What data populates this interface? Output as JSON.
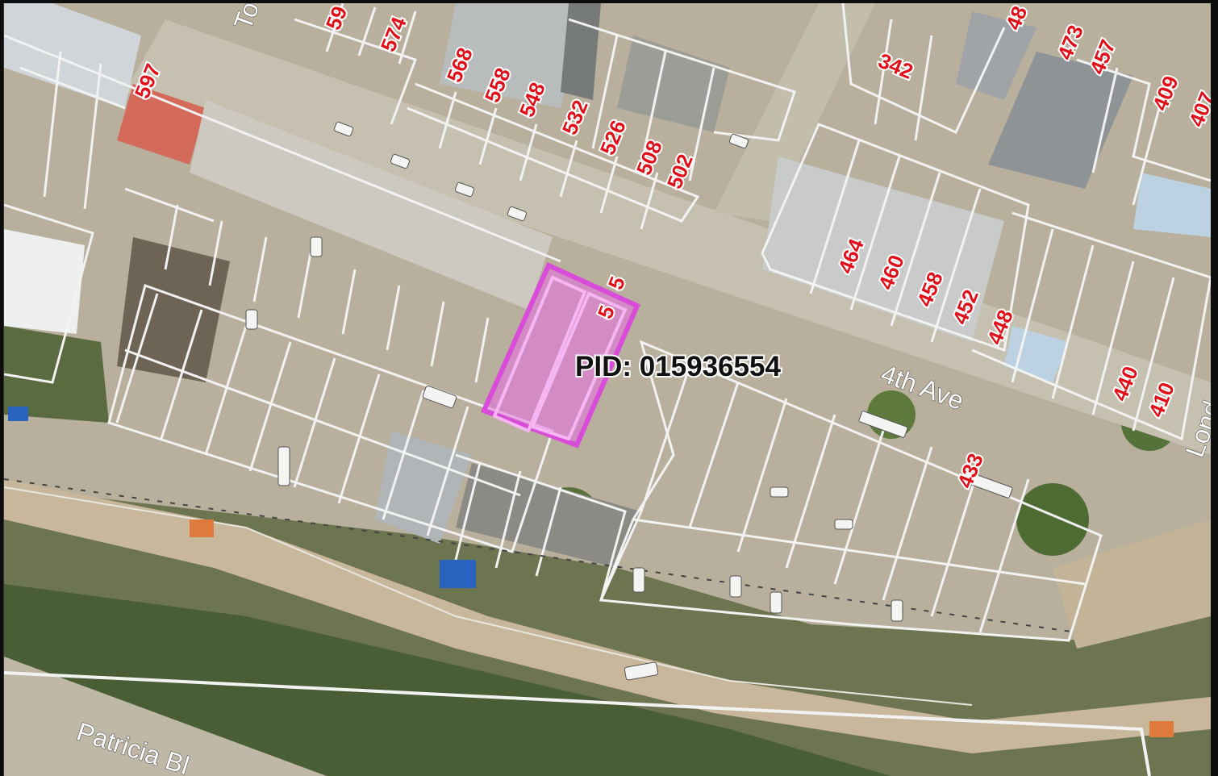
{
  "map": {
    "pid_label": "PID: 015936554",
    "colors": {
      "highlight": "#d94bd9",
      "parcel_line": "#f2f2f2",
      "address_text": "#e0101a",
      "ground": "#b9b29f",
      "roof": "#cfd3d3",
      "vegetation": "#3f5b2c"
    },
    "streets": [
      {
        "id": "street-4th-ave",
        "name": "4th Ave"
      },
      {
        "id": "street-patricia",
        "name": "Patricia Bl"
      },
      {
        "id": "street-top-left",
        "name": "To"
      },
      {
        "id": "street-right-edge",
        "name": "Lond"
      }
    ],
    "addresses": [
      "597",
      "59",
      "574",
      "568",
      "558",
      "548",
      "532",
      "526",
      "508",
      "502",
      "342",
      "48",
      "473",
      "457",
      "409",
      "407",
      "464",
      "460",
      "458",
      "452",
      "448",
      "440",
      "410",
      "433",
      "5",
      "5"
    ]
  }
}
